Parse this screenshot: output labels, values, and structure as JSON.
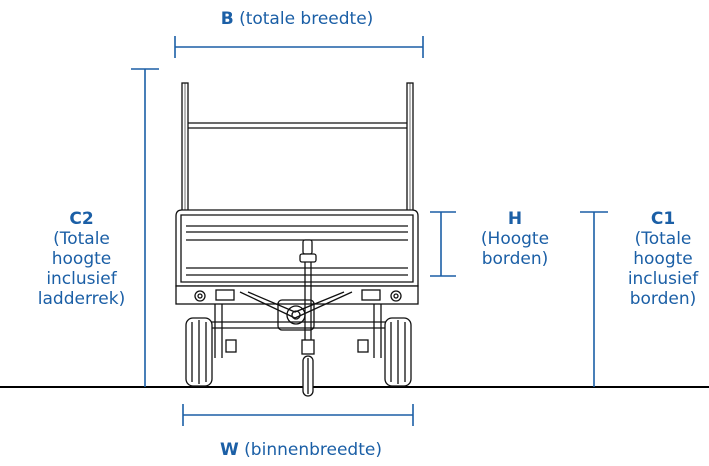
{
  "colors": {
    "dimension": "#1b5fa6",
    "drawing": "#111111",
    "ground": "#000000"
  },
  "labels": {
    "B": {
      "letter": "B",
      "text": "(totale breedte)"
    },
    "W": {
      "letter": "W",
      "text": "(binnenbreedte)"
    },
    "H": {
      "letter": "H",
      "lines": [
        "(Hoogte",
        "borden)"
      ]
    },
    "C1": {
      "letter": "C1",
      "lines": [
        "(Totale",
        "hoogte",
        "inclusief",
        "borden)"
      ]
    },
    "C2": {
      "letter": "C2",
      "lines": [
        "(Totale",
        "hoogte",
        "inclusief",
        "ladderrek)"
      ]
    }
  }
}
